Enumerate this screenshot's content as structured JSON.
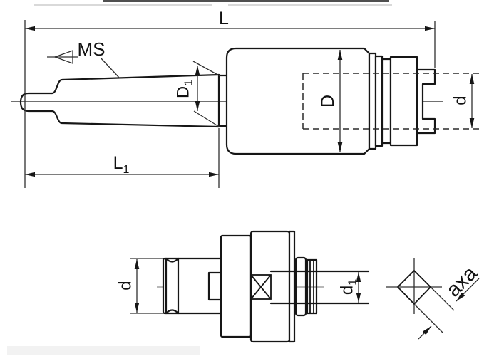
{
  "colors": {
    "background": "#ffffff",
    "outline": "#161616",
    "thin_lines": "#303030",
    "centerline": "#707070"
  },
  "top_view": {
    "dim_overall_length": "L",
    "dim_shank_length": {
      "main": "L",
      "sub": "1"
    },
    "label_morse_taper": "MS",
    "dim_body_diameter": "D",
    "dim_taper_diameter": {
      "main": "D",
      "sub": "1"
    },
    "dim_socket_diameter": "d"
  },
  "bottom_view": {
    "dim_shank_diameter": "d",
    "dim_tap_shank_diameter": {
      "main": "d",
      "sub": "1"
    }
  },
  "square_drive_view": {
    "dim_square_size": "axa"
  }
}
